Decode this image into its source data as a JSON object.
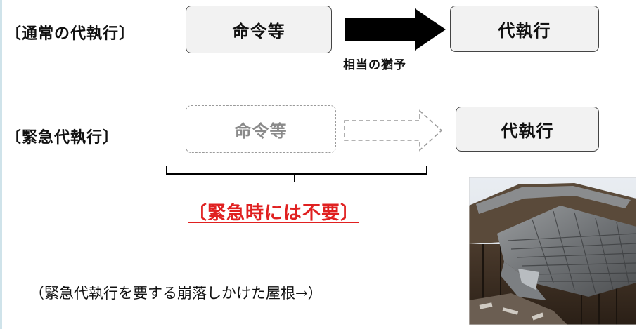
{
  "normal": {
    "label": "〔通常の代執行〕",
    "order_box": "命令等",
    "grace_label": "相当の猶予",
    "execution_box": "代執行"
  },
  "emergency": {
    "label": "〔緊急代執行〕",
    "order_box": "命令等",
    "execution_box": "代執行",
    "not_required": "〔緊急時には不要〕"
  },
  "caption": "（緊急代執行を要する崩落しかけた屋根→）",
  "colors": {
    "accent_red": "#e02020",
    "arrow_black": "#000000",
    "dashed_gray": "#9a9a9a",
    "page_border": "#cfe3ea"
  },
  "icons": {
    "photo": "collapsing-roof-photo"
  }
}
